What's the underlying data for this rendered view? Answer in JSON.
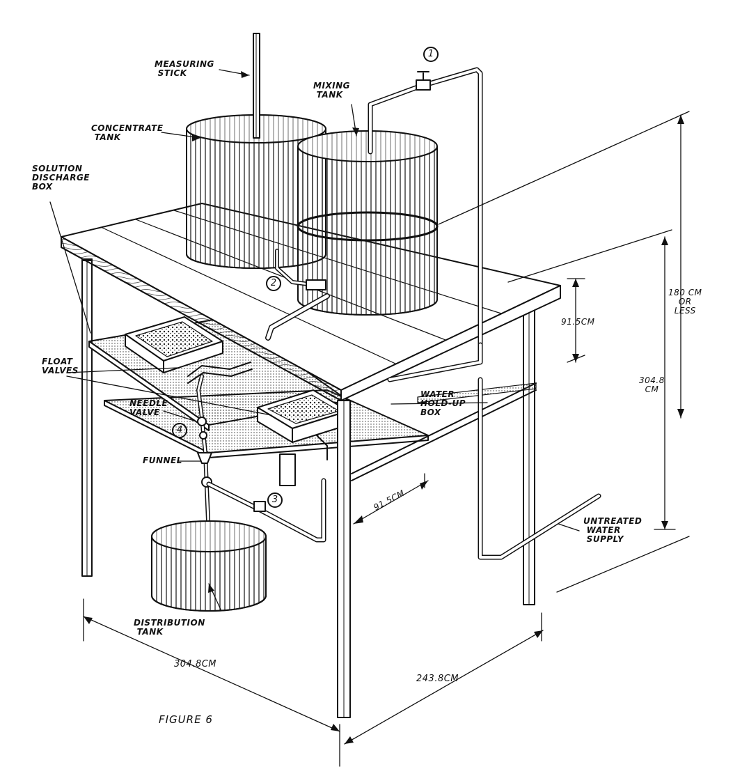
{
  "figure_title": "FIGURE 6",
  "labels": {
    "measuring_stick": "MEASURING\n STICK",
    "mixing_tank": "MIXING\n TANK",
    "concentrate_tank": "CONCENTRATE\n TANK",
    "solution_discharge_box": "SOLUTION\nDISCHARGE\nBOX",
    "float_valves": "FLOAT\nVALVES",
    "needle_valve": "NEEDLE\nVALVE",
    "funnel": "FUNNEL",
    "water_hold_up_box": "WATER\nHOLD-UP\nBOX",
    "untreated_water_supply": "UNTREATED\n WATER\n SUPPLY",
    "distribution_tank": "DISTRIBUTION\n TANK"
  },
  "dimensions": {
    "overall_height": "180 CM\nOR\nLESS",
    "total_height": "304.8\nCM",
    "upper_gap": "91.5CM",
    "lower_gap": "91.5CM",
    "front_width": "304.8CM",
    "side_depth": "243.8CM"
  },
  "valve_numbers": [
    "1",
    "2",
    "3",
    "4"
  ]
}
